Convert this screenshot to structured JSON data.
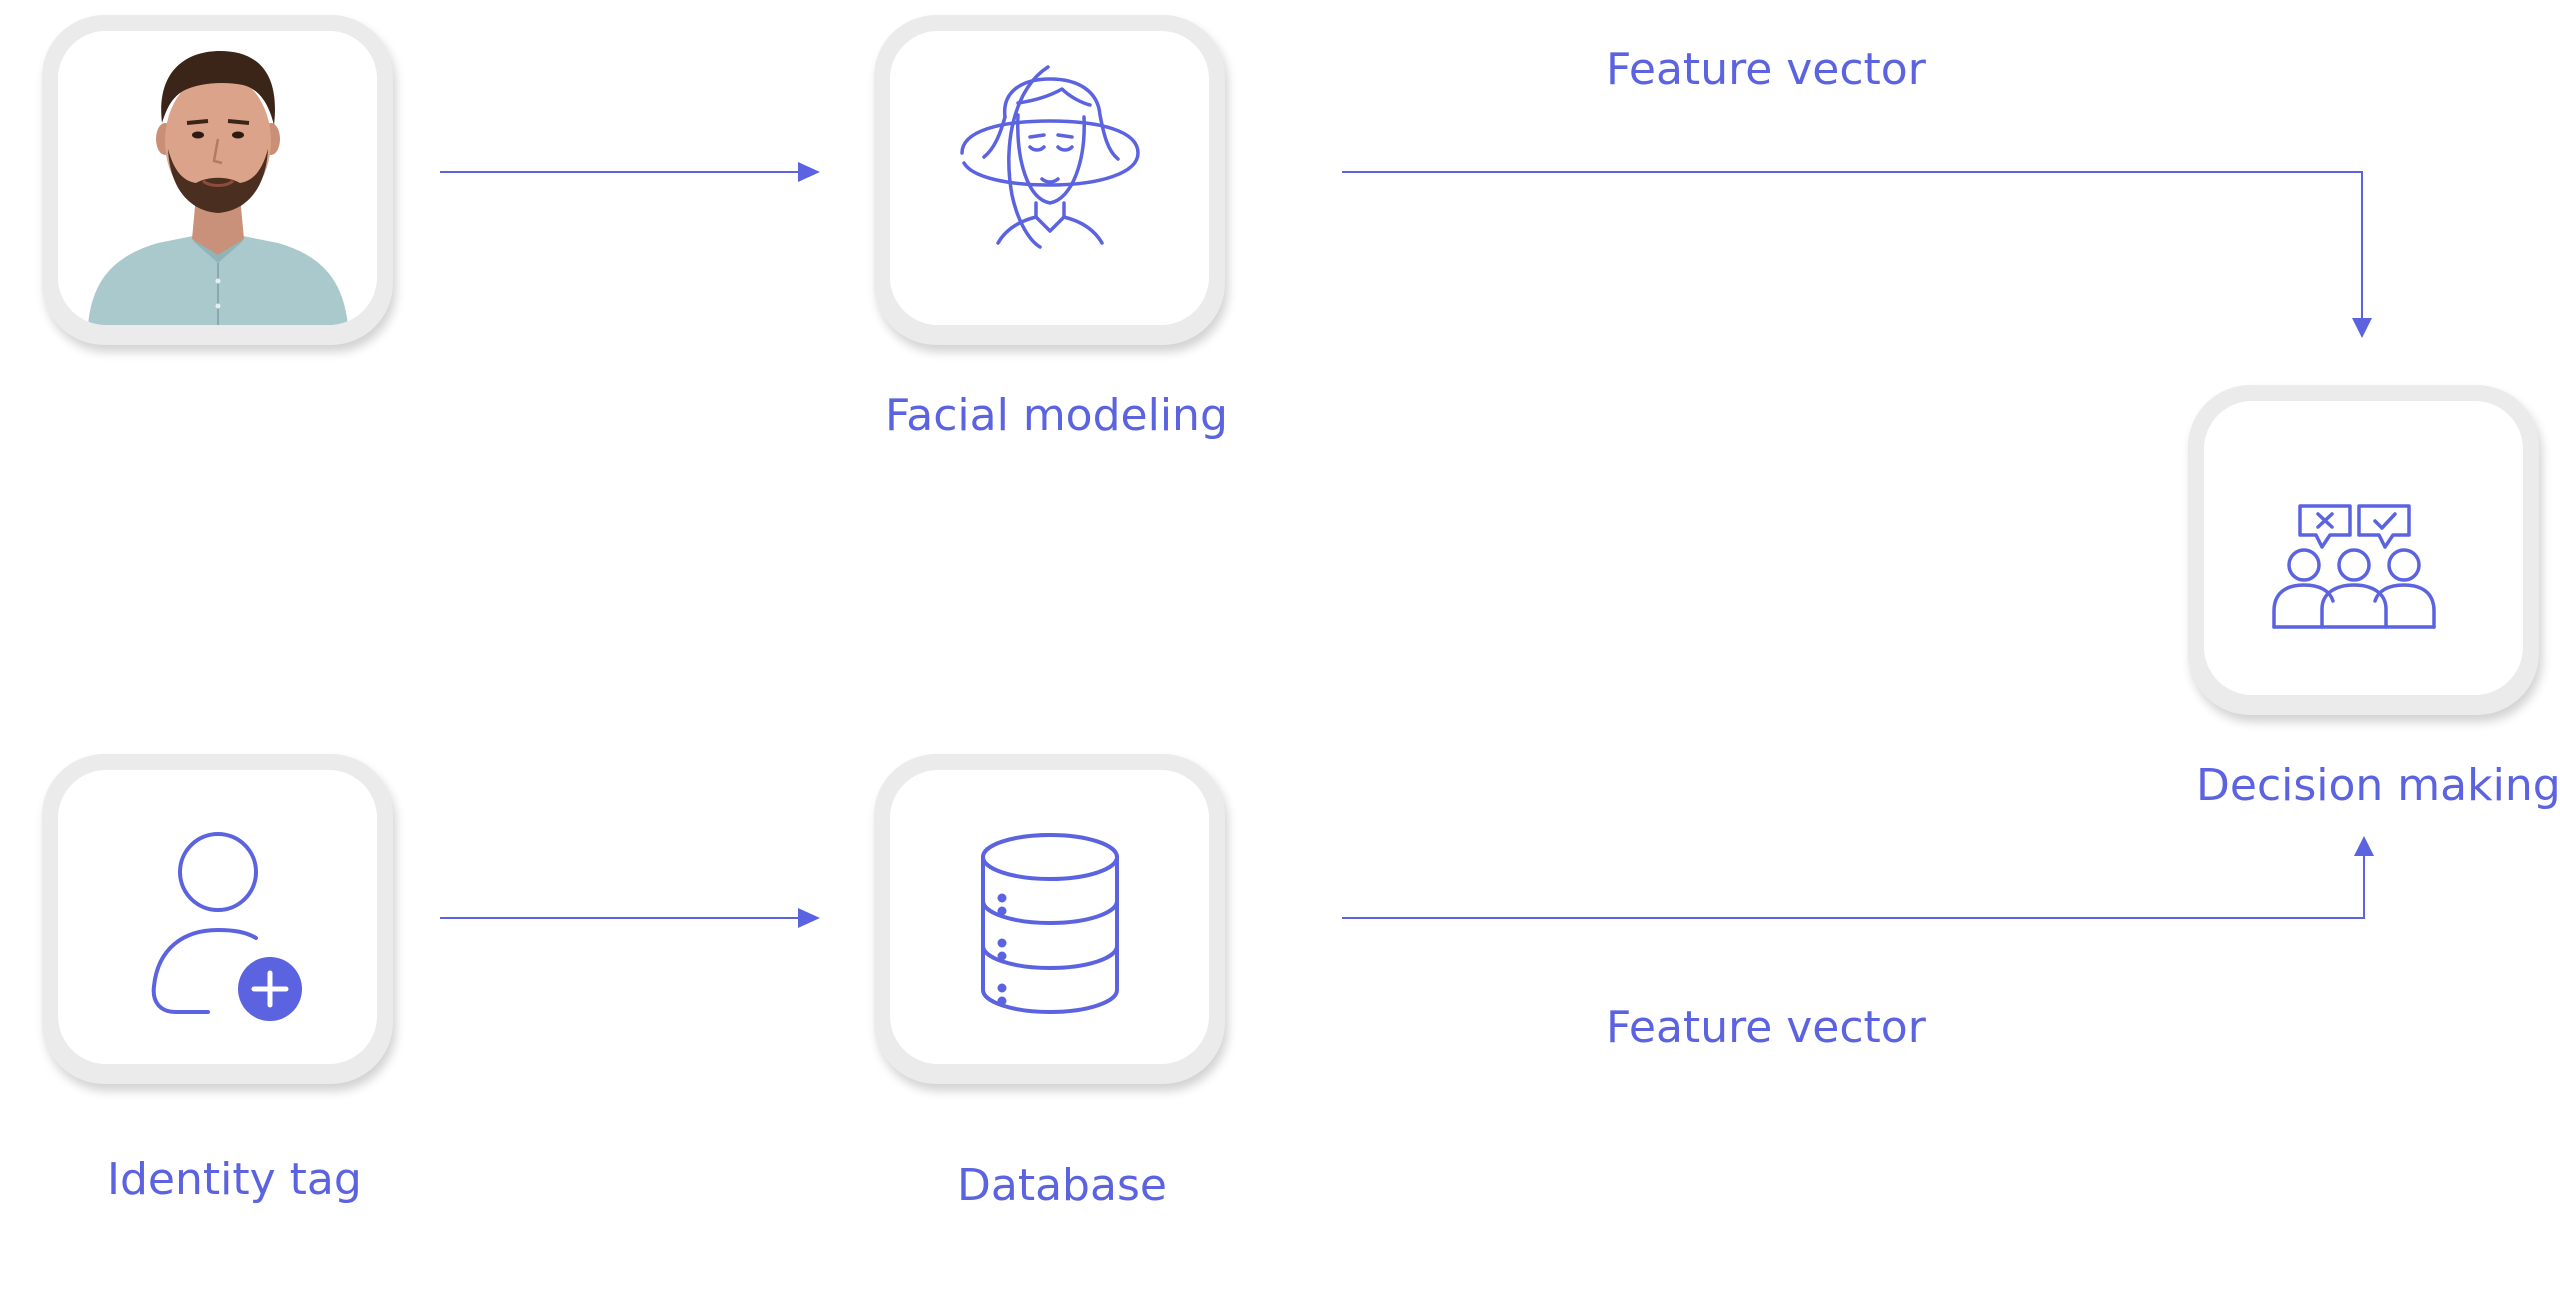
{
  "diagram": {
    "accent_color": "#5b63e0",
    "nodes": {
      "photo": {
        "icon": "person-photo"
      },
      "facial_modeling": {
        "label": "Facial modeling",
        "icon": "face-scan-icon"
      },
      "decision_making": {
        "label": "Decision making",
        "icon": "group-decision-icon"
      },
      "identity_tag": {
        "label": "Identity tag",
        "icon": "add-user-icon"
      },
      "database": {
        "label": "Database",
        "icon": "database-icon"
      }
    },
    "edges": [
      {
        "from": "photo",
        "to": "facial_modeling",
        "label": ""
      },
      {
        "from": "facial_modeling",
        "to": "decision_making",
        "label": "Feature vector"
      },
      {
        "from": "identity_tag",
        "to": "database",
        "label": ""
      },
      {
        "from": "database",
        "to": "decision_making",
        "label": "Feature vector"
      }
    ]
  }
}
